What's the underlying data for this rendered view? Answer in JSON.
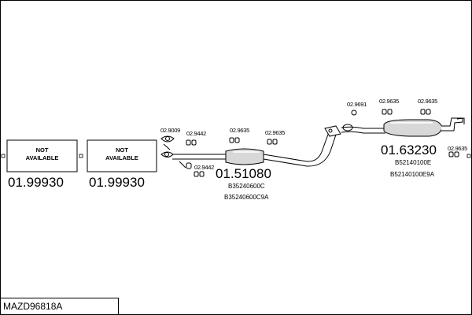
{
  "diagram": {
    "reference": "MAZD96818A",
    "placeholders": [
      {
        "line1": "NOT",
        "line2": "AVAILABLE",
        "number": "01.99930"
      },
      {
        "line1": "NOT",
        "line2": "AVAILABLE",
        "number": "01.99930"
      }
    ],
    "front_pipe": {
      "gasket_part": "02.9009",
      "hanger_upper": "02.9442",
      "hanger_lower": "02.9442"
    },
    "middle_section": {
      "number": "01.51080",
      "oem_codes": [
        "B35240600C",
        "B35240600C9A"
      ],
      "hanger_left": "02.9635",
      "hanger_right": "02.9635"
    },
    "rear_section": {
      "number": "01.63230",
      "oem_codes": [
        "B52140100E",
        "B52140100E9A"
      ],
      "ring_part": "02.9691",
      "hanger_left": "02.9635",
      "hanger_right": "02.9635",
      "tail_hanger": "02.9635"
    }
  }
}
